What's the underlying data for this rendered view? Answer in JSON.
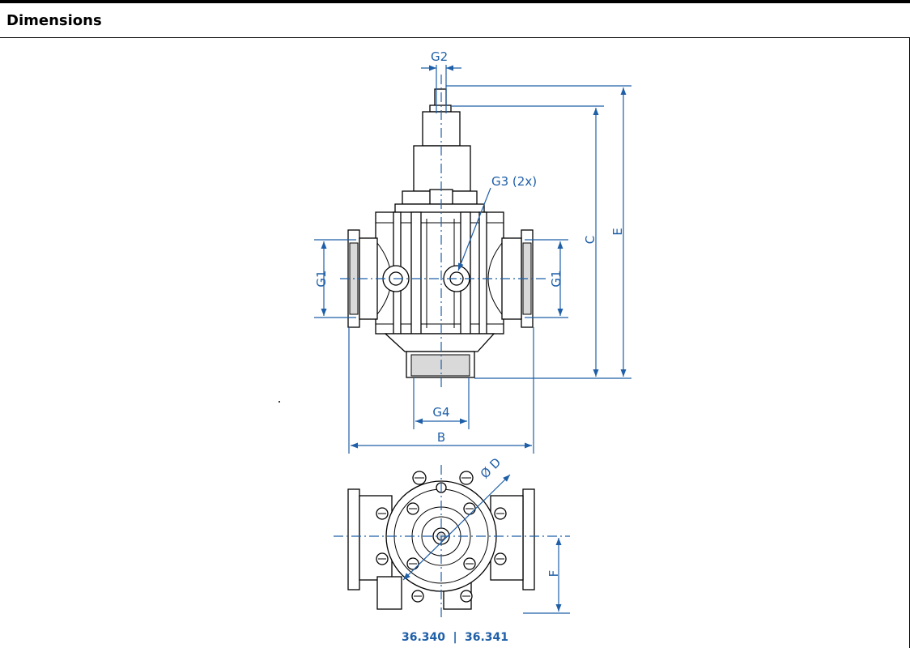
{
  "header": {
    "title": "Dimensions"
  },
  "labels": {
    "g2": "G2",
    "g3": "G3 (2x)",
    "g1_left": "G1",
    "g1_right": "G1",
    "c": "C",
    "e": "E",
    "g4": "G4",
    "b": "B",
    "d": "Ø D",
    "f": "F"
  },
  "models": {
    "left": "36.340",
    "separator": "|",
    "right": "36.341"
  },
  "colors": {
    "dimension": "#1f5fa8",
    "line": "#000000"
  }
}
